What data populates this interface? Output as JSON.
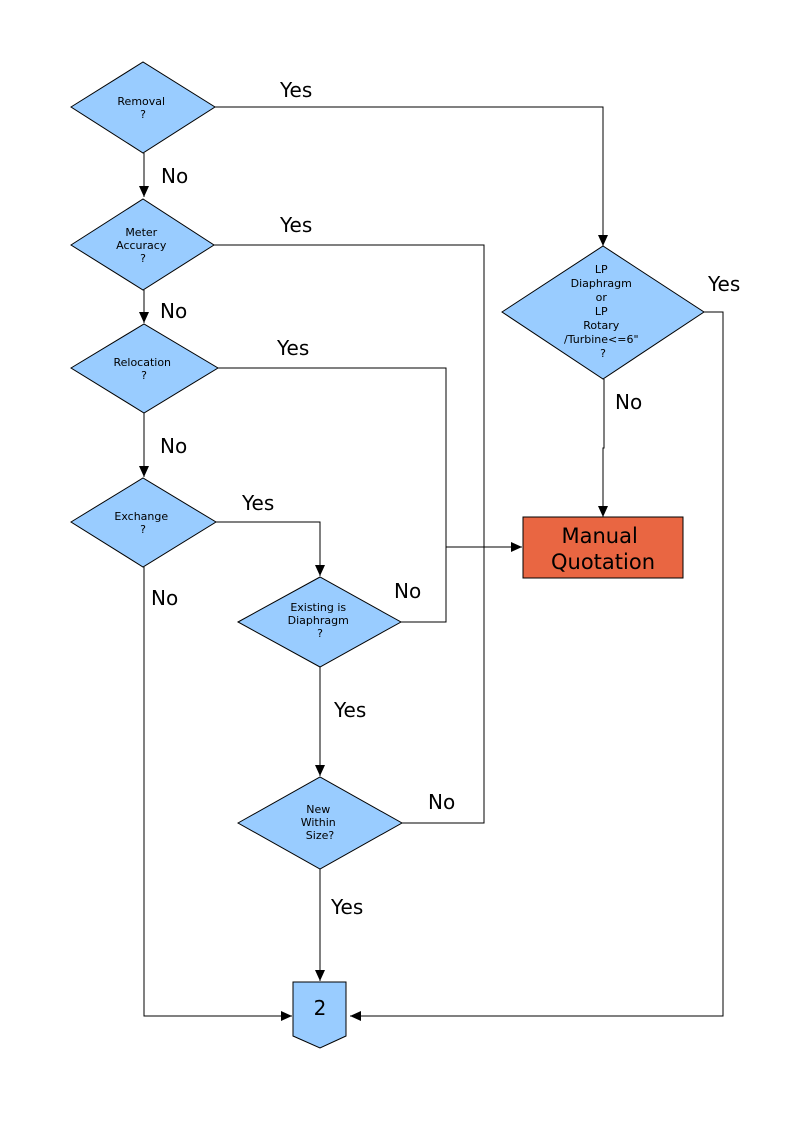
{
  "nodes": {
    "removal": {
      "lines": [
        "Removal",
        "?"
      ]
    },
    "meter_accuracy": {
      "lines": [
        "Meter",
        "Accuracy",
        "?"
      ]
    },
    "relocation": {
      "lines": [
        "Relocation",
        "?"
      ]
    },
    "exchange": {
      "lines": [
        "Exchange",
        "?"
      ]
    },
    "existing_diaphragm": {
      "lines": [
        "Existing is",
        "Diaphragm",
        "?"
      ]
    },
    "new_within_size": {
      "lines": [
        "New",
        "Within",
        "Size?"
      ]
    },
    "lp_check": {
      "lines": [
        "LP",
        "Diaphragm",
        "or",
        "LP",
        "Rotary",
        "/Turbine<=6\"",
        "?"
      ]
    },
    "manual_quotation": {
      "lines": [
        "Manual",
        "Quotation"
      ]
    },
    "connector": {
      "label": "2"
    }
  },
  "edge_labels": {
    "removal_yes": "Yes",
    "removal_no": "No",
    "meter_yes": "Yes",
    "meter_no": "No",
    "relocation_yes": "Yes",
    "relocation_no": "No",
    "exchange_yes": "Yes",
    "exchange_no": "No",
    "existing_no": "No",
    "existing_yes": "Yes",
    "new_no": "No",
    "new_yes": "Yes",
    "lp_yes": "Yes",
    "lp_no": "No"
  },
  "colors": {
    "decision_fill": "#99ccff",
    "manual_fill": "#e96642",
    "line": "#000000"
  }
}
